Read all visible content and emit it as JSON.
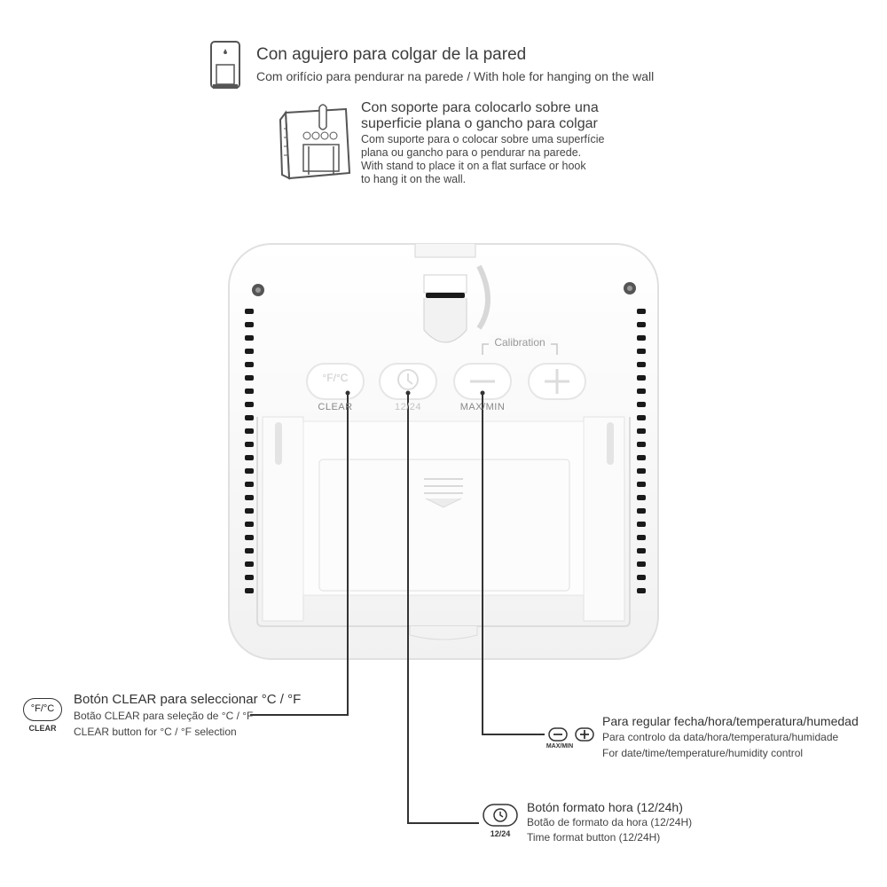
{
  "top": {
    "hole": {
      "title": "Con agujero para colgar de la pared",
      "subtitle": "Com orifício para pendurar na parede / With hole for hanging on the wall",
      "icon": "wall-hole-icon"
    },
    "stand": {
      "title_line1": "Con soporte para colocarlo sobre una",
      "title_line2": "superficie plana o gancho para colgar",
      "pt_line1": "Com suporte para o colocar sobre uma superfície",
      "pt_line2": "plana ou gancho para o pendurar na parede.",
      "en_line1": "With stand to place it on a flat surface or hook",
      "en_line2": "to hang it on the wall.",
      "icon": "stand-icon"
    }
  },
  "device": {
    "buttons": [
      {
        "symbol": "°F/°C",
        "label": "CLEAR",
        "icon": "temp-unit-icon"
      },
      {
        "symbol": "",
        "label": "12/24",
        "icon": "clock-icon"
      },
      {
        "symbol": "",
        "label": "MAX/MIN",
        "icon": "minus-icon"
      },
      {
        "symbol": "",
        "label": "",
        "icon": "plus-icon"
      }
    ],
    "calibration_label": "Calibration"
  },
  "callouts": {
    "clear": {
      "icon_text": "°F/°C",
      "icon_caption": "CLEAR",
      "es": "Botón CLEAR para seleccionar °C / °F",
      "pt": "Botão CLEAR para seleção de °C / °F",
      "en": "CLEAR button for °C / °F selection"
    },
    "adjust": {
      "icon_caption": "MAX/MIN",
      "es": "Para regular fecha/hora/temperatura/humedad",
      "pt": "Para controlo da data/hora/temperatura/humidade",
      "en": "For date/time/temperature/humidity control"
    },
    "format": {
      "icon_caption": "12/24",
      "es": "Botón formato hora (12/24h)",
      "pt": "Botão de formato da hora (12/24H)",
      "en": "Time format button (12/24H)"
    }
  },
  "colors": {
    "line": "#333333",
    "device_body": "#fafafa",
    "device_edge": "#e2e2e2",
    "vent": "#1a1a1a"
  }
}
